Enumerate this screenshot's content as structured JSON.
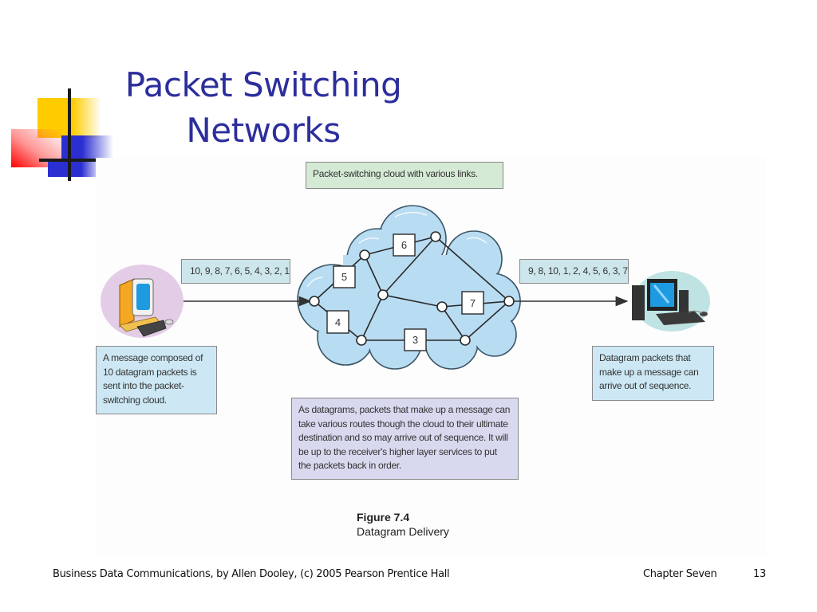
{
  "slide": {
    "title_line1": "Packet Switching",
    "title_line2": "Networks",
    "colors": {
      "title": "#2c2e9c",
      "logo_yellow": "#ffcc00",
      "logo_red": "#ff0000",
      "logo_blue": "#2b2fd1"
    }
  },
  "figure": {
    "cloud_label": "Packet-switching cloud with various links.",
    "sender_sequence": "10, 9, 8, 7, 6, 5, 4, 3, 2, 1",
    "receiver_sequence": "9, 8, 10, 1, 2, 4, 5, 6, 3, 7",
    "sender_note": "A message composed of 10 datagram packets is sent into the packet-switching cloud.",
    "receiver_note": "Datagram packets that make up a message can arrive out of sequence.",
    "route_note": "As datagrams, packets that make up a message can take various routes though the cloud to their ultimate destination and so may arrive out of sequence. It will be up to the receiver's higher layer services to put the packets back in order.",
    "packets_in_transit": [
      "5",
      "6",
      "7",
      "4",
      "3"
    ],
    "sender_icon": "desktop-computer-icon",
    "receiver_icon": "workstation-computer-icon",
    "caption_number": "Figure 7.4",
    "caption_title": "Datagram Delivery"
  },
  "footer": {
    "citation": "Business Data Communications, by Allen Dooley, (c) 2005 Pearson Prentice Hall",
    "chapter": "Chapter Seven",
    "page_number": "13"
  }
}
